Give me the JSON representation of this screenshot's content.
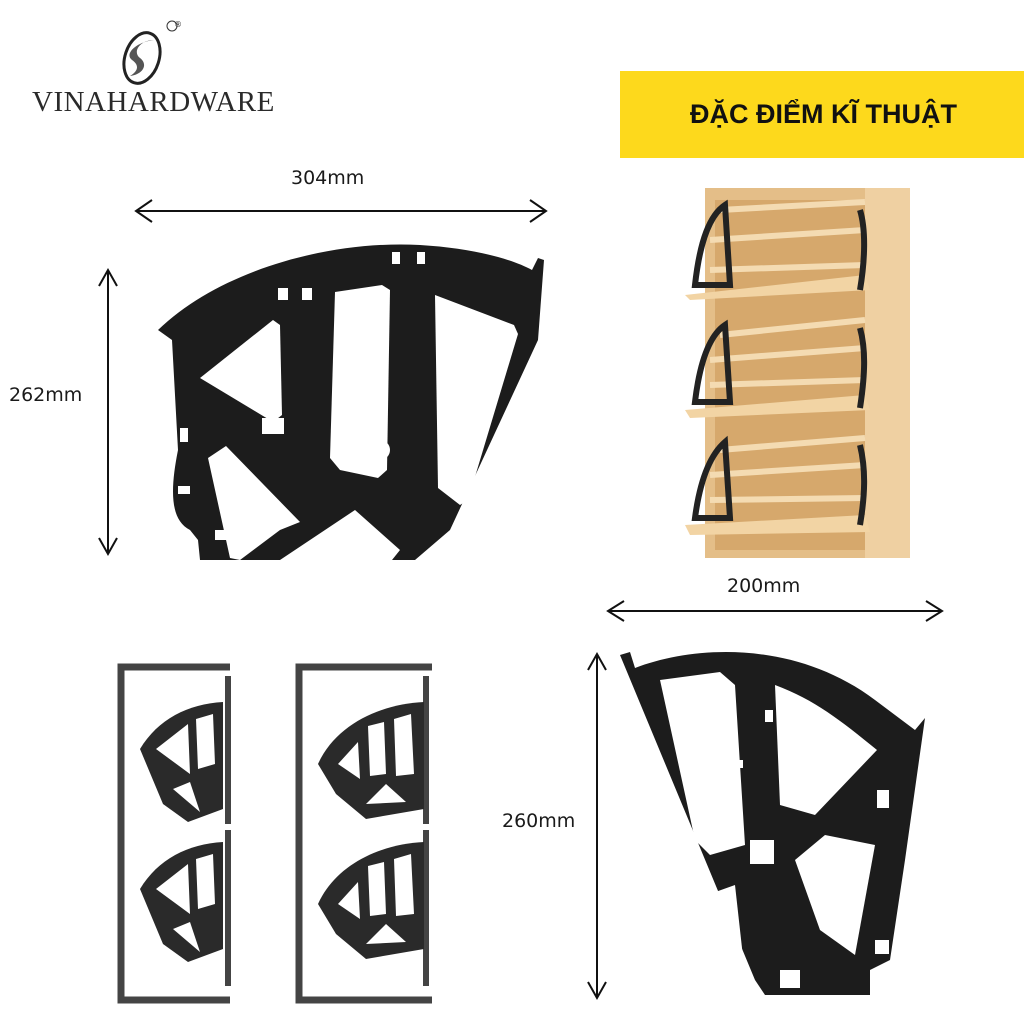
{
  "brand": {
    "name": "VINAHARDWARE",
    "registered_mark": "®"
  },
  "banner": {
    "title": "ĐẶC ĐIỂM KĨ THUẬT",
    "background_color": "#fdd91c"
  },
  "products": {
    "large_bracket": {
      "width_label": "304mm",
      "height_label": "262mm"
    },
    "small_bracket": {
      "width_label": "200mm",
      "height_label": "260mm"
    }
  },
  "illustrations": {
    "cabinet_photo": "three-tier flip shoe cabinet",
    "installation_diagrams": [
      "two-tier cabinet with small brackets",
      "two-tier cabinet with large brackets"
    ]
  },
  "colors": {
    "bracket": "#1c1c1c",
    "wood": "#e9c794",
    "frame": "#444444"
  }
}
